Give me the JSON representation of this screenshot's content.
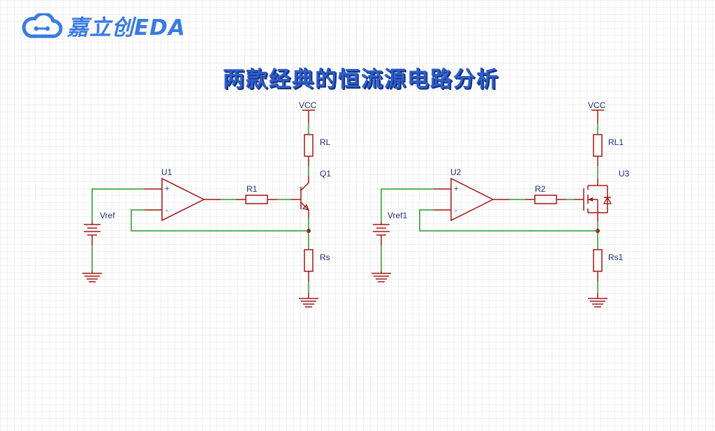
{
  "logo": {
    "text": "嘉立创EDA",
    "icon": "cloud-icon",
    "color": "#3a7be0"
  },
  "title": "两款经典的恒流源电路分析",
  "colors": {
    "wire": "#2b9a2b",
    "component": "#a31515",
    "label": "#1f2f73",
    "title": "#2d5ec9"
  },
  "circuit_left": {
    "vcc": "VCC",
    "load": "RL",
    "transistor": "Q1",
    "opamp": "U1",
    "opamp_plus": "+",
    "opamp_minus": "-",
    "base_resistor": "R1",
    "reference": "Vref",
    "sense": "Rs"
  },
  "circuit_right": {
    "vcc": "VCC",
    "load": "RL1",
    "transistor": "U3",
    "opamp": "U2",
    "opamp_plus": "+",
    "opamp_minus": "-",
    "gate_resistor": "R2",
    "reference": "Vref1",
    "sense": "Rs1"
  }
}
